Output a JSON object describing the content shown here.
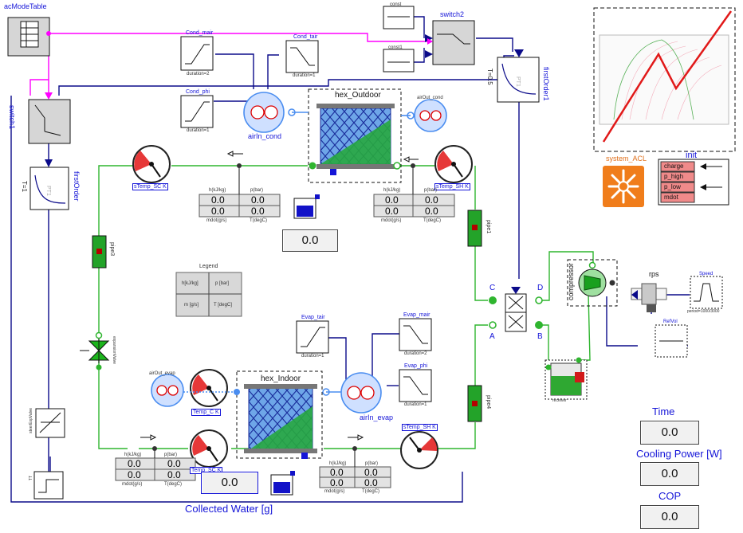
{
  "blocks": {
    "ac_mode_table": "acModeTable",
    "switch1": "switch1",
    "switch2": "switch2",
    "first_order": "firstOrder",
    "first_order_param": "T=1",
    "first_order1": "firstOrder1",
    "first_order1_param": "T=0.5",
    "pt1": "PT1",
    "cond_mair": "Cond_mair",
    "cond_tair": "Cond_tair",
    "cond_phi": "Cond_phi",
    "evap_tair": "Evap_tair",
    "evap_mair": "Evap_mair",
    "evap_phi": "Evap_phi",
    "duration1": "duration=1",
    "duration2": "duration=2",
    "airin_cond": "airIn_cond",
    "airout_cond": "airOut_cond",
    "airin_evap": "airIn_evap",
    "airout_evap": "airOut_evap",
    "hex_outdoor": "hex_Outdoor",
    "hex_indoor": "hex_Indoor",
    "pipe1": "pipe1",
    "pipe3": "pipe3",
    "pipe4": "pipe4",
    "compressor": "compressor",
    "rps": "rps",
    "speed": "Speed",
    "speed_param": "period=1000/3000",
    "refvol": "RefVol",
    "receiver": "receiver",
    "system_acl": "system_ACL",
    "init_title": "init",
    "const_top": "const",
    "const1": "const1",
    "expansion_valve": "expansionValve",
    "steer_valve": "steerExpValve",
    "tt": "TT",
    "port_c": "C",
    "port_d": "D",
    "port_a": "A",
    "port_b": "B",
    "cond_sensor1": "sTemp_SC K",
    "cond_sensor2": "sTemp_SH K",
    "evap_sensor1": "Temp_SC K",
    "evap_sensor2": "sTemp_SH K",
    "evap_sensor3": "Temp_C K"
  },
  "init_rows": [
    "charge",
    "p_high",
    "p_low",
    "mdot"
  ],
  "legend": {
    "title": "Legend",
    "h": "h[kJ/kg]",
    "p": "p [bar]",
    "m": "m [g/s]",
    "t": "T [degC]"
  },
  "state_tables": {
    "h_label": "h(kJ/kg)",
    "p_label": "p(bar)",
    "mdot_label": "mdot(g/s)",
    "t_label": "T(degC)",
    "value": "0.0"
  },
  "displays": {
    "outdoor_value": "0.0",
    "indoor_value": "0.0",
    "time_label": "Time",
    "time_value": "0.0",
    "cooling_label": "Cooling Power [W]",
    "cooling_value": "0.0",
    "cop_label": "COP",
    "cop_value": "0.0",
    "collected_label": "Collected Water [g]"
  },
  "colors": {
    "wire_blue": "#0b0b8a",
    "wire_magenta": "#ff00ff",
    "wire_green": "#2fb52f",
    "orange": "#f07d1b",
    "init_red": "#f08a8a",
    "accent_blue": "#1515d8"
  }
}
